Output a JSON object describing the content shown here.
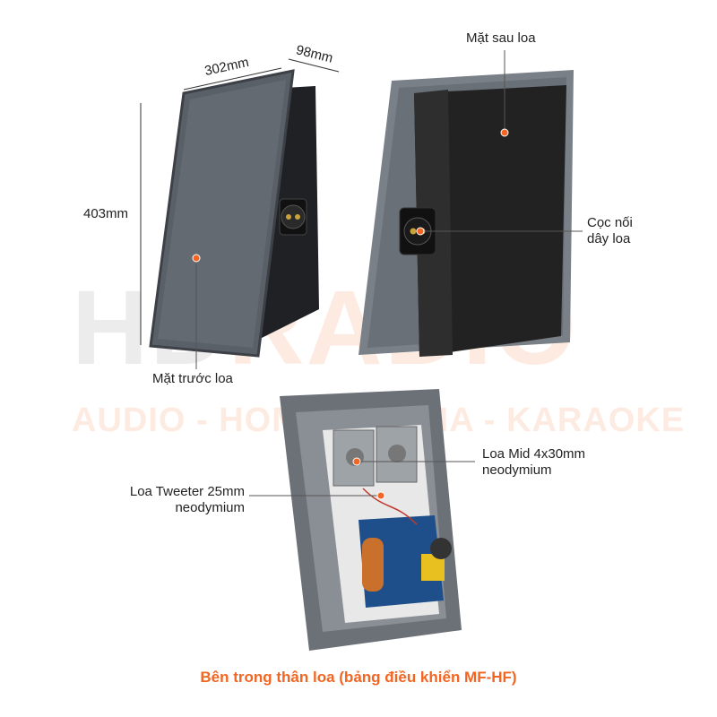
{
  "watermark": {
    "brand_left": "HD",
    "brand_right": "RADIO",
    "tagline": "AUDIO - HOME CINEMA - KARAOKE"
  },
  "dimensions": {
    "width": "302mm",
    "depth": "98mm",
    "height": "403mm"
  },
  "labels": {
    "front": "Mặt trước loa",
    "back": "Mặt sau loa",
    "terminal_line1": "Cọc nối",
    "terminal_line2": "dây loa",
    "mid_line1": "Loa Mid 4x30mm",
    "mid_line2": "neodymium",
    "tweeter_line1": "Loa Tweeter 25mm",
    "tweeter_line2": "neodymium"
  },
  "caption": "Bên trong thân loa (bảng điều khiển MF-HF)",
  "colors": {
    "accent": "#f26522",
    "panel": "#5a6068",
    "cabinet": "#1e1e1e",
    "pcb": "#1f4f8a"
  }
}
